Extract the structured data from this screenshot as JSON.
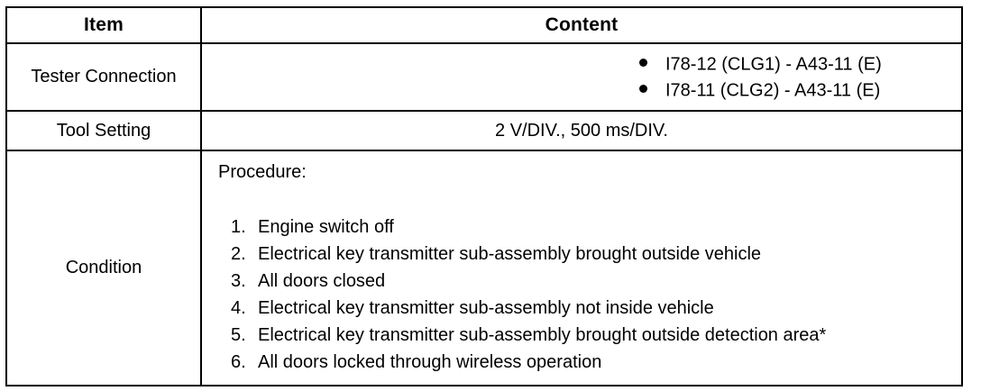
{
  "table": {
    "headers": {
      "item": "Item",
      "content": "Content"
    },
    "rows": [
      {
        "label": "Tester Connection",
        "bullets": [
          "I78-12 (CLG1) - A43-11 (E)",
          "I78-11 (CLG2) - A43-11 (E)"
        ]
      },
      {
        "label": "Tool Setting",
        "value": "2 V/DIV., 500 ms/DIV."
      },
      {
        "label": "Condition",
        "procedure_heading": "Procedure:",
        "steps": [
          {
            "num": "1.",
            "text": "Engine switch off"
          },
          {
            "num": "2.",
            "text": "Electrical key transmitter sub-assembly brought outside vehicle"
          },
          {
            "num": "3.",
            "text": "All doors closed"
          },
          {
            "num": "4.",
            "text": "Electrical key transmitter sub-assembly not inside vehicle"
          },
          {
            "num": "5.",
            "text": "Electrical key transmitter sub-assembly brought outside detection area*"
          },
          {
            "num": "6.",
            "text": "All doors locked through wireless operation"
          }
        ]
      }
    ]
  },
  "colors": {
    "border": "#000000",
    "text": "#000000",
    "background": "#ffffff"
  }
}
